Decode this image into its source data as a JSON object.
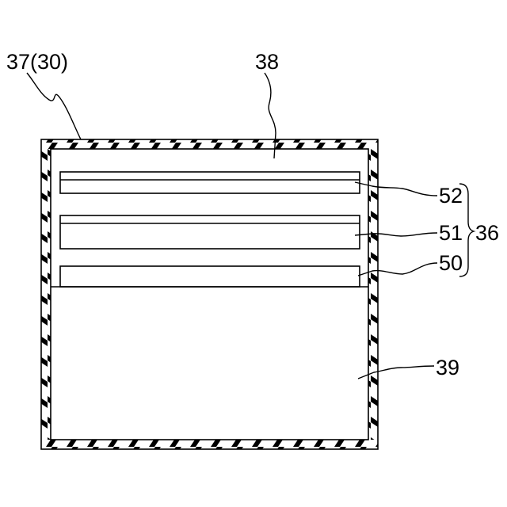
{
  "labels": {
    "housing": "37(30)",
    "upper_space": "38",
    "layer_top": "52",
    "layer_middle": "51",
    "layer_bottom": "50",
    "layer_group": "36",
    "lower_space": "39"
  },
  "colors": {
    "line": "#000000",
    "background": "#ffffff"
  }
}
